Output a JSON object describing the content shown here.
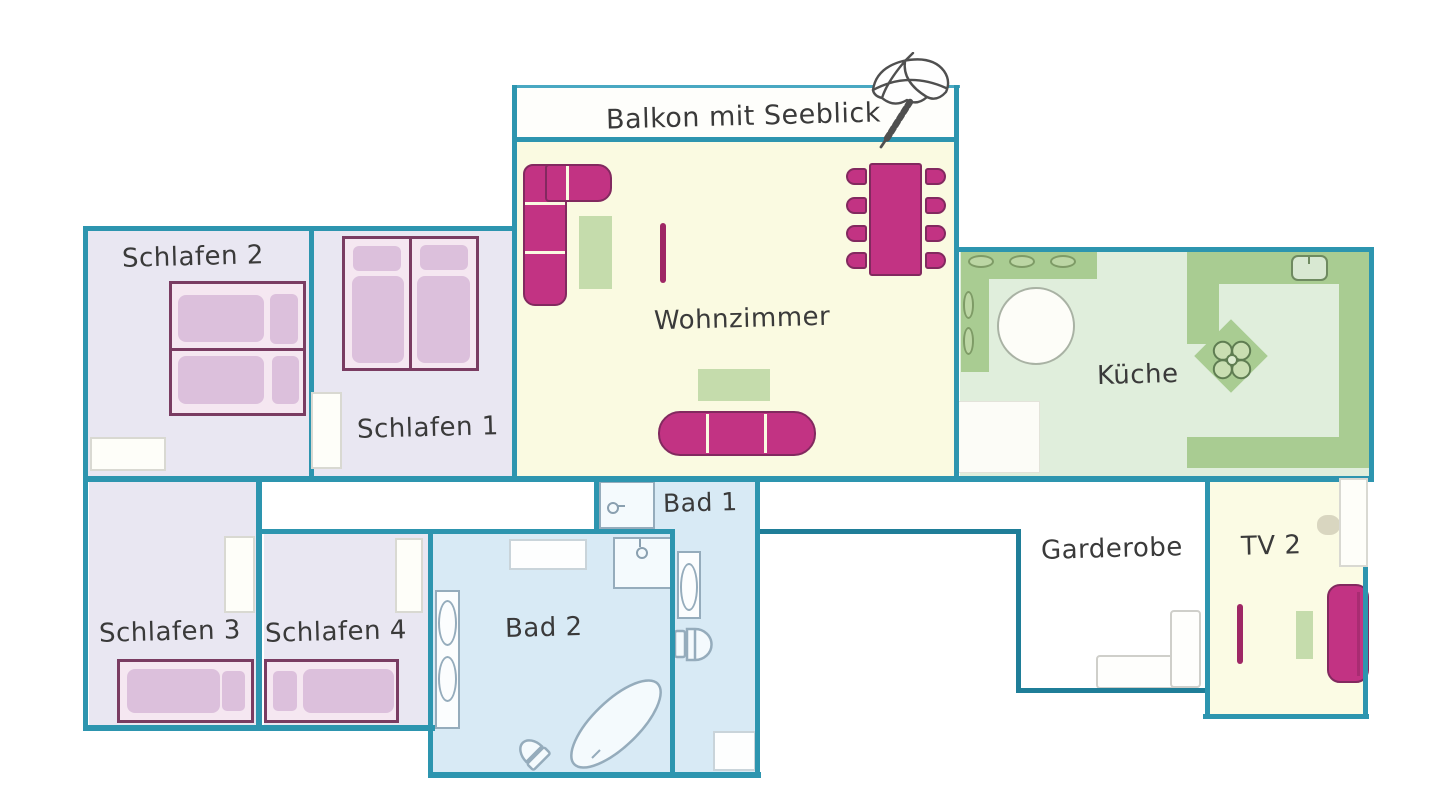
{
  "plan_title": "Balkon mit Seeblick",
  "rooms": {
    "balkon": {
      "label": "Balkon mit Seeblick"
    },
    "wohnzimmer": {
      "label": "Wohnzimmer"
    },
    "kueche": {
      "label": "Küche"
    },
    "schlafen1": {
      "label": "Schlafen 1"
    },
    "schlafen2": {
      "label": "Schlafen 2"
    },
    "schlafen3": {
      "label": "Schlafen 3"
    },
    "schlafen4": {
      "label": "Schlafen 4"
    },
    "bad1": {
      "label": "Bad 1"
    },
    "bad2": {
      "label": "Bad 2"
    },
    "garderobe": {
      "label": "Garderobe"
    },
    "tv2": {
      "label": "TV 2"
    }
  },
  "colors": {
    "wall": "#2D95AF",
    "wall_dark": "#1F7E98",
    "bedroom_fill": "#E9E7F2",
    "living_fill": "#FAFAE1",
    "kitchen_fill": "#E0EEDC",
    "bath_fill": "#D8EAF5",
    "counter_green": "#A9CC92",
    "furniture_magenta": "#C23383",
    "furniture_green": "#C5DCAC",
    "bed_frame": "#7A3C62",
    "bed_fill": "#F5E7F1",
    "bed_cushion": "#DCC0DC"
  }
}
